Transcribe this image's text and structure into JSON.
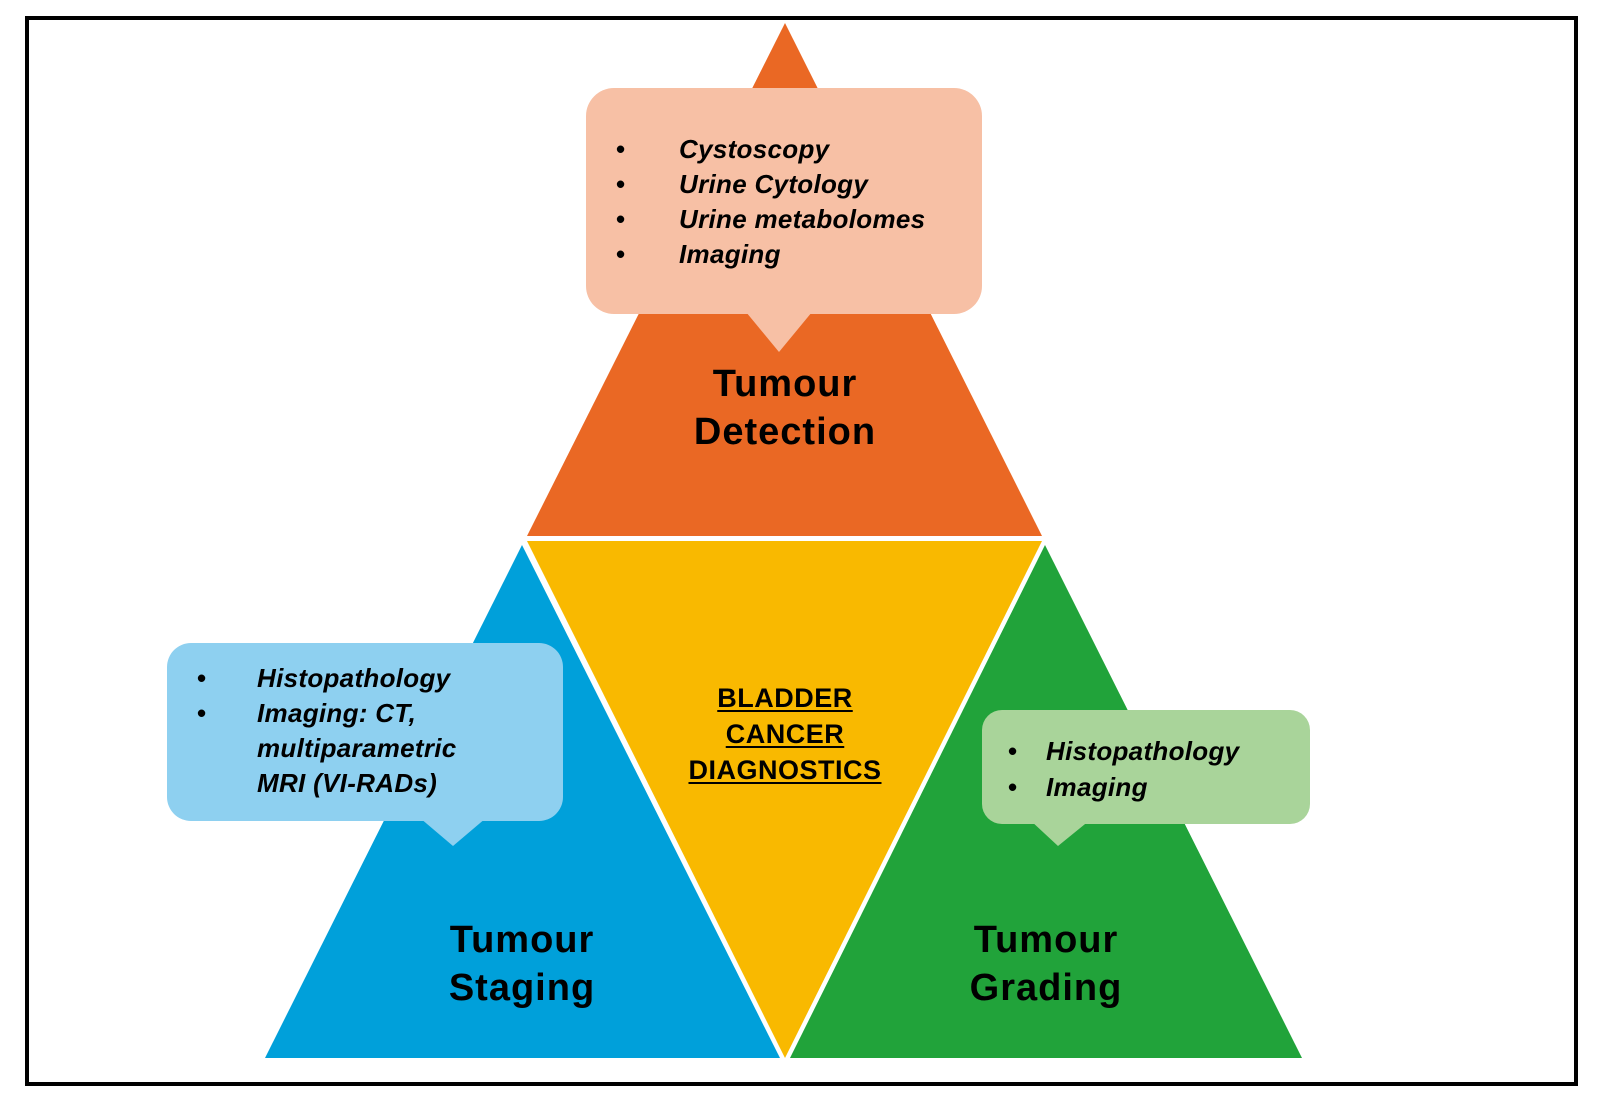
{
  "diagram": {
    "center": {
      "title_lines": [
        "BLADDER",
        "CANCER",
        "DIAGNOSTICS"
      ],
      "color": "#F9B900"
    },
    "detection": {
      "title_lines": [
        "Tumour",
        "Detection"
      ],
      "color": "#EA6824",
      "callout_color": "#F7C0A5",
      "items": [
        "Cystoscopy",
        "Urine Cytology",
        "Urine metabolomes",
        "Imaging"
      ]
    },
    "staging": {
      "title_lines": [
        "Tumour",
        "Staging"
      ],
      "color": "#00A0DA",
      "callout_color": "#8ED0F0",
      "items": [
        "Histopathology",
        "Imaging: CT, multiparametric MRI (VI-RADs)"
      ],
      "item_lines": [
        [
          "Histopathology"
        ],
        [
          "Imaging: CT,",
          "multiparametric",
          "MRI (VI-RADs)"
        ]
      ]
    },
    "grading": {
      "title_lines": [
        "Tumour",
        "Grading"
      ],
      "color": "#21A33A",
      "callout_color": "#A9D49A",
      "items": [
        "Histopathology",
        "Imaging"
      ]
    },
    "bullet_glyph": "•"
  }
}
